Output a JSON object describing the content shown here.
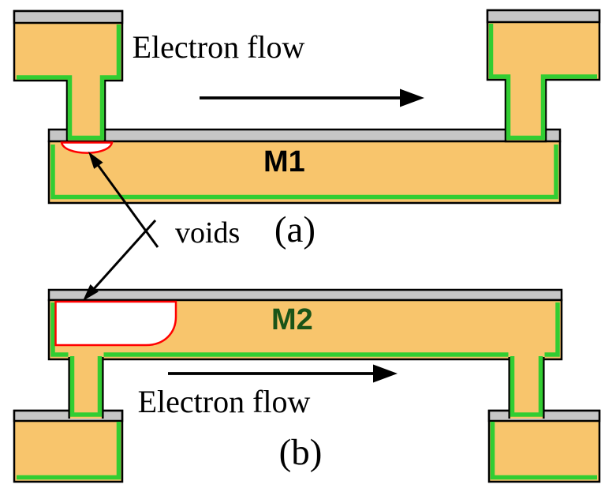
{
  "colors": {
    "background": "#FFFFFF",
    "metal_fill": "#F8C56C",
    "liner_green": "#32CD32",
    "cap_gray": "#C6C6C6",
    "outline_black": "#000000",
    "void_outline_red": "#FF0000",
    "void_fill": "#FFFFFF",
    "m1_label_color": "#000000",
    "m2_label_color": "#1B5418",
    "text_color": "#000000"
  },
  "panel_a": {
    "electron_flow_label": "Electron flow",
    "metal_label": "M1",
    "panel_label": "(a)"
  },
  "panel_b": {
    "electron_flow_label": "Electron flow",
    "metal_label": "M2",
    "panel_label": "(b)"
  },
  "annotation": {
    "voids_label": "voids"
  }
}
